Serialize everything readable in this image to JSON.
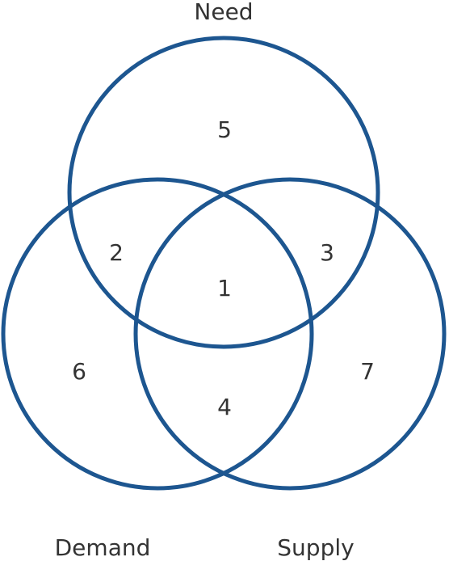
{
  "diagram": {
    "type": "venn",
    "stroke_color": "#1d5690",
    "text_color": "#333333",
    "sets": {
      "need": "Need",
      "demand": "Demand",
      "supply": "Supply"
    },
    "regions": {
      "all_three": "1",
      "need_demand": "2",
      "need_supply": "3",
      "demand_supply": "4",
      "need_only": "5",
      "demand_only": "6",
      "supply_only": "7"
    }
  }
}
